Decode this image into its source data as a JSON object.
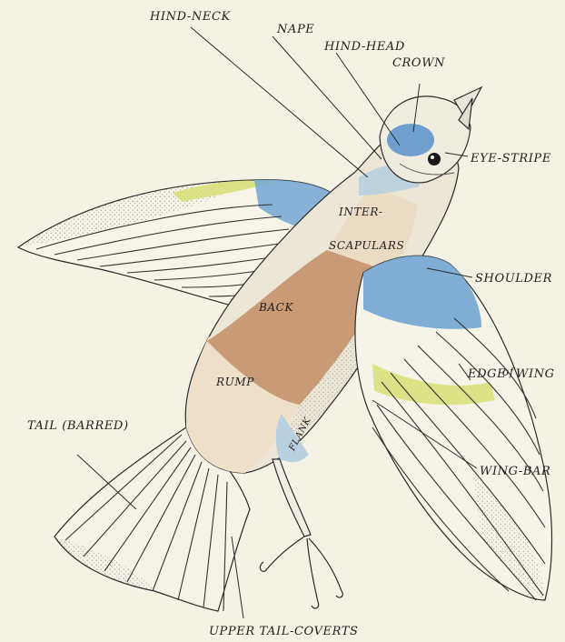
{
  "labels": {
    "hind_neck": "HIND-NECK",
    "nape": "NAPE",
    "hind_head": "HIND-HEAD",
    "crown": "CROWN",
    "eye_stripe": "EYE-STRIPE",
    "inter_line1": "INTER-",
    "inter_line2": "SCAPULARS",
    "shoulder": "SHOULDER",
    "back": "BACK",
    "edge_of_wing_a": "EDGE",
    "edge_of_wing_b": "of",
    "edge_of_wing_c": "WING",
    "rump": "RUMP",
    "flank": "FLANK",
    "tail_barred": "TAIL (BARRED)",
    "wing_bar": "WING-BAR",
    "upper_tail_coverts": "UPPER TAIL-COVERTS"
  },
  "colors": {
    "background": "#f4f2e4",
    "crown_blue": "#6f9fce",
    "shoulder_blue": "#79a9d3",
    "back_brown": "#c89a76",
    "rump_cream": "#eee0c8",
    "wing_yellow": "#d7df76",
    "flank_blue": "#b9d0e0"
  }
}
